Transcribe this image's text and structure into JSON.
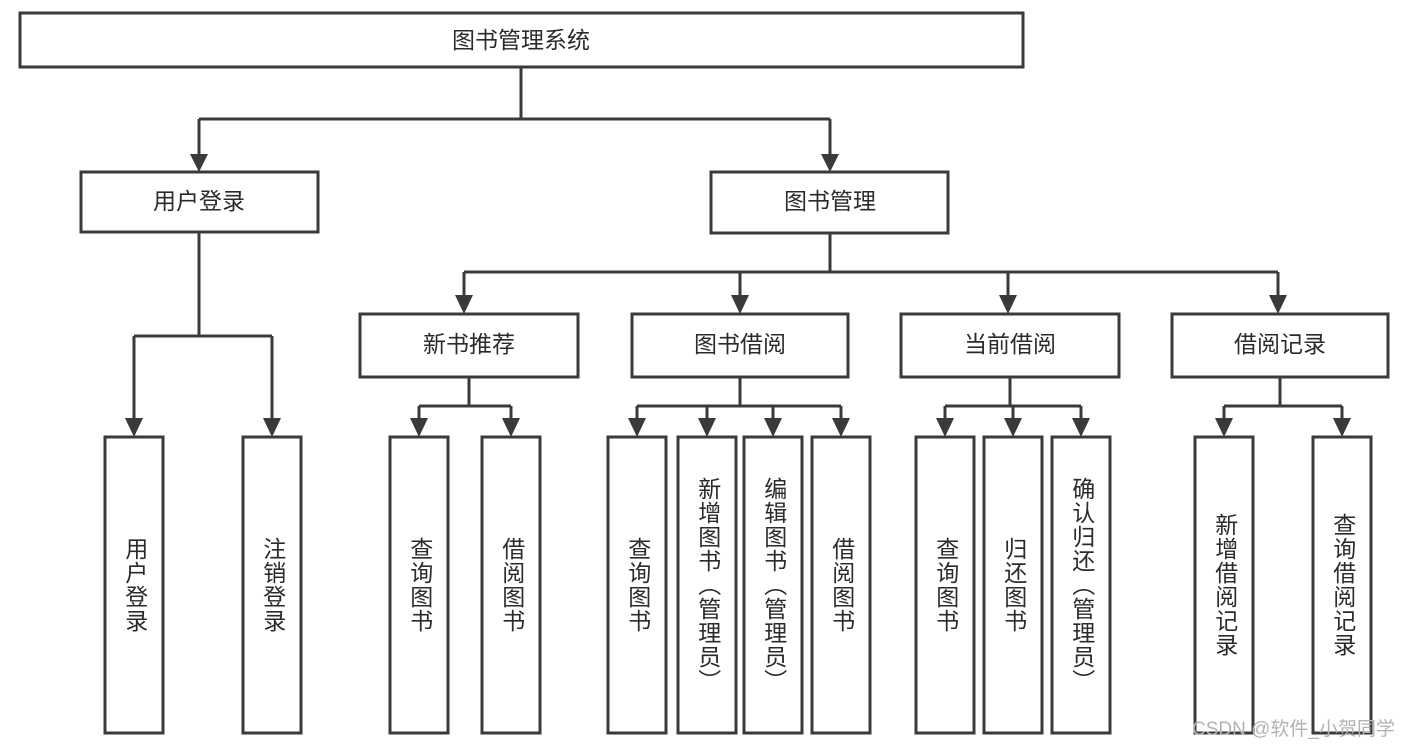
{
  "diagram": {
    "title": "图书管理系统",
    "type": "tree",
    "background_color": "#ffffff",
    "line_color": "#3a3a3a",
    "text_color": "#2b2b2b",
    "root": {
      "label": "图书管理系统"
    },
    "level2": [
      {
        "label": "用户登录"
      },
      {
        "label": "图书管理"
      }
    ],
    "level3": [
      {
        "label": "新书推荐"
      },
      {
        "label": "图书借阅"
      },
      {
        "label": "当前借阅"
      },
      {
        "label": "借阅记录"
      }
    ],
    "leaves": {
      "user_login": [
        {
          "label": "用户登录"
        },
        {
          "label": "注销登录"
        }
      ],
      "new_book_recommend": [
        {
          "label": "查询图书"
        },
        {
          "label": "借阅图书"
        }
      ],
      "book_borrow": [
        {
          "label": "查询图书"
        },
        {
          "label": "新增图书（管理员）"
        },
        {
          "label": "编辑图书（管理员）"
        },
        {
          "label": "借阅图书"
        }
      ],
      "current_borrow": [
        {
          "label": "查询图书"
        },
        {
          "label": "归还图书"
        },
        {
          "label": "确认归还（管理员）"
        }
      ],
      "borrow_record": [
        {
          "label": "新增借阅记录"
        },
        {
          "label": "查询借阅记录"
        }
      ]
    }
  },
  "watermark": {
    "text": "CSDN @软件_小贺同学"
  }
}
